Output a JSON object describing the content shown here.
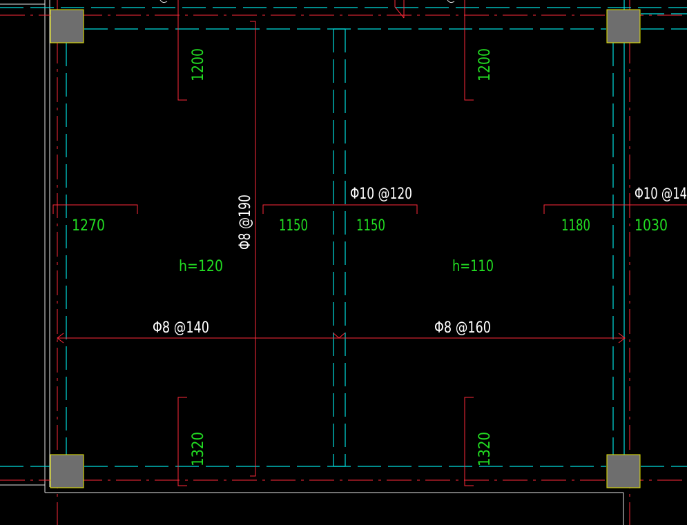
{
  "colors": {
    "background": "#000000",
    "rebar": "#ff2a3a",
    "dimension_text": "#22dd22",
    "rebar_text": "#ffffff",
    "beam_line": "#00e0e0",
    "column_fill": "#6e6e6e",
    "column_edge": "#e8e800",
    "outline": "#e6e6e6"
  },
  "labels": {
    "thick_left": "h=120",
    "thick_right": "h=110",
    "rebar_bottom_left": "Φ8 @140",
    "rebar_bottom_right": "Φ8 @160",
    "rebar_vertical": "Φ8 @190",
    "rebar_top_mid": "Φ10 @120",
    "rebar_top_right": "Φ10 @14"
  },
  "dims": {
    "top_left": "1200",
    "top_right": "1200",
    "bottom_left": "1320",
    "bottom_right": "1320",
    "mid_1": "1270",
    "mid_2": "1150",
    "mid_3": "1150",
    "mid_4": "1180",
    "mid_5": "1030"
  }
}
